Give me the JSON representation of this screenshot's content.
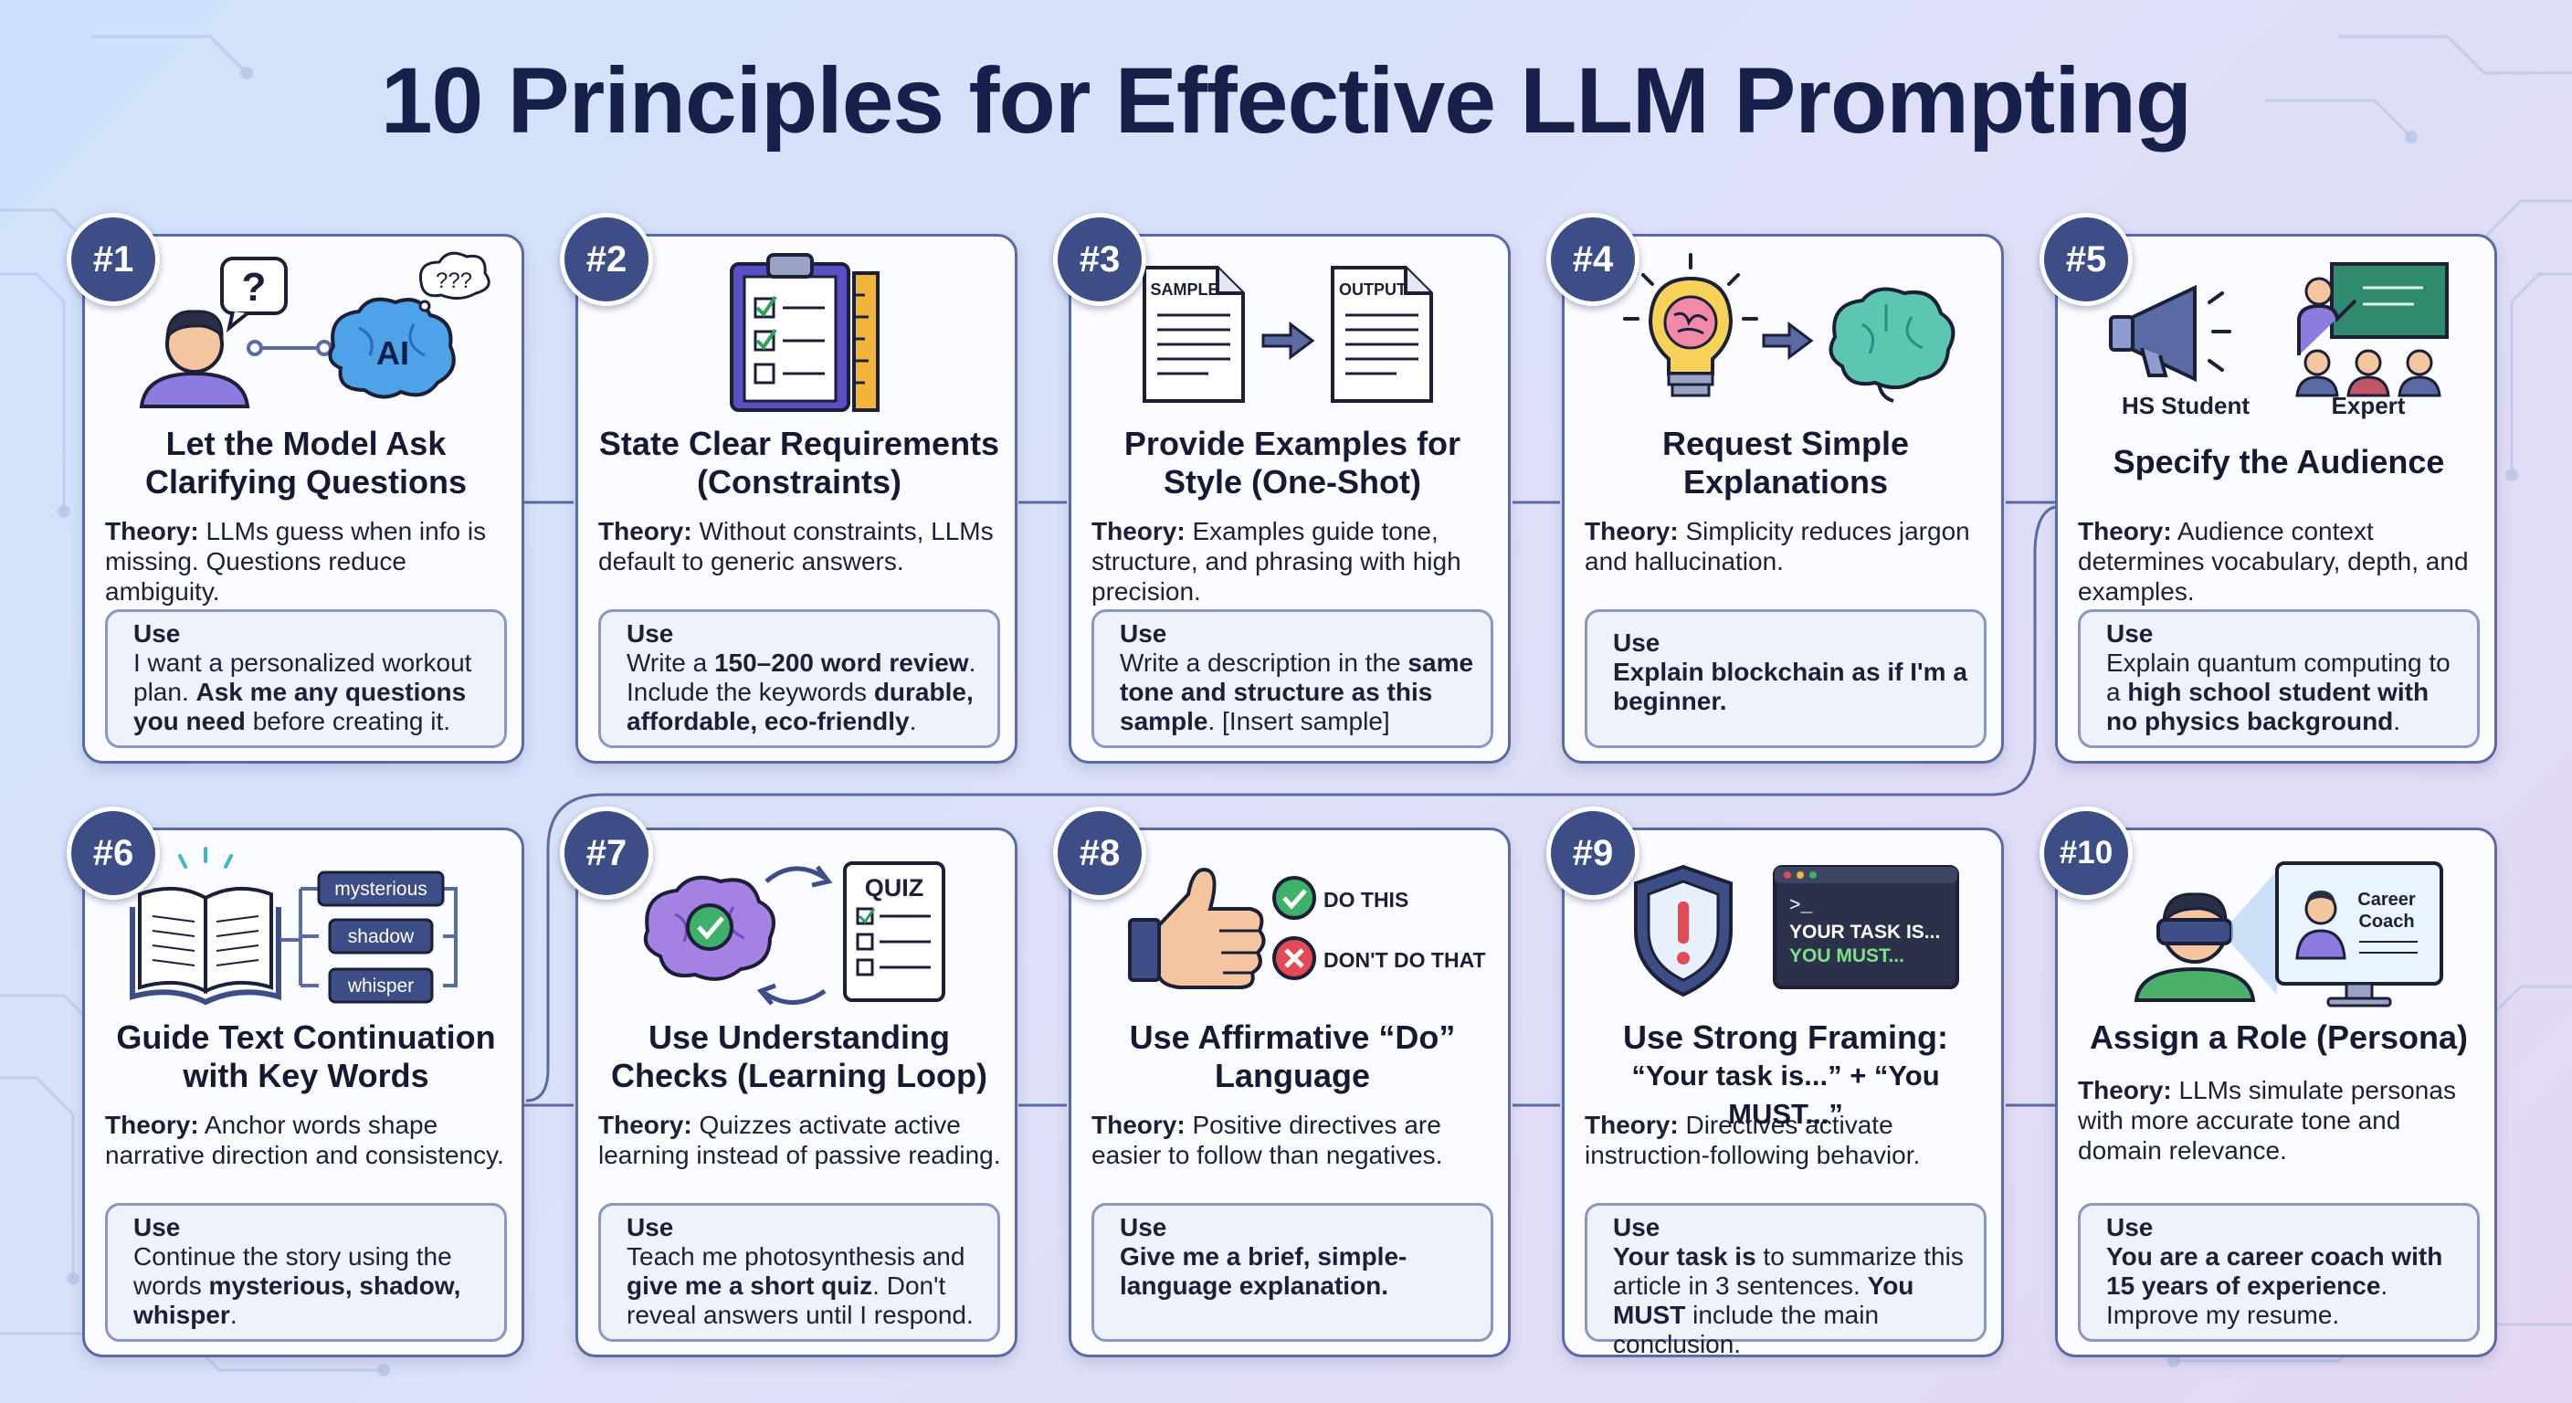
{
  "title": "10 Principles for Effective LLM Prompting",
  "cards": [
    {
      "badge": "#1",
      "title1": "Let the Model Ask",
      "title2": "Clarifying Questions",
      "theory_label": "Theory:",
      "theory": "LLMs guess when info is missing. Questions reduce ambiguity.",
      "use_label": "Use",
      "use_a": "I want a personalized workout plan. ",
      "use_b": "Ask me any questions you need",
      "use_c": " before creating it.",
      "illus": {
        "q": "?",
        "qqq": "???",
        "ai": "AI"
      }
    },
    {
      "badge": "#2",
      "title1": "State Clear Requirements",
      "title2": "(Constraints)",
      "theory_label": "Theory:",
      "theory": "Without constraints, LLMs default to generic answers.",
      "use_label": "Use",
      "use_a": "Write a ",
      "use_b": "150–200 word review",
      "use_c": ". Include the keywords ",
      "use_d": "durable, affordable, eco-friendly",
      "use_e": "."
    },
    {
      "badge": "#3",
      "title1": "Provide Examples for",
      "title2": "Style (One-Shot)",
      "theory_label": "Theory:",
      "theory": "Examples guide tone, structure, and phrasing with high precision.",
      "use_label": "Use",
      "use_a": "Write a description in the ",
      "use_b": "same tone and structure as this sample",
      "use_c": ". [Insert sample]",
      "illus": {
        "sample": "SAMPLE",
        "output": "OUTPUT"
      }
    },
    {
      "badge": "#4",
      "title1": "Request Simple",
      "title2": "Explanations",
      "theory_label": "Theory:",
      "theory": "Simplicity reduces jargon and hallucination.",
      "use_label": "Use",
      "use_b": "Explain blockchain as if I'm a beginner."
    },
    {
      "badge": "#5",
      "title1": "Specify the Audience",
      "theory_label": "Theory:",
      "theory": "Audience context determines vocabulary, depth, and examples.",
      "use_label": "Use",
      "use_a": "Explain quantum computing to a ",
      "use_b": "high school student with no physics background",
      "use_c": ".",
      "illus": {
        "left": "HS Student",
        "right": "Expert"
      }
    },
    {
      "badge": "#6",
      "title1": "Guide Text Continuation",
      "title2": "with Key Words",
      "theory_label": "Theory:",
      "theory": "Anchor words shape narrative direction and consistency.",
      "use_label": "Use",
      "use_a": "Continue the story using the words ",
      "use_b": "mysterious, shadow, whisper",
      "use_c": ".",
      "illus": {
        "w1": "mysterious",
        "w2": "shadow",
        "w3": "whisper"
      }
    },
    {
      "badge": "#7",
      "title1": "Use Understanding",
      "title2": "Checks (Learning Loop)",
      "theory_label": "Theory:",
      "theory": "Quizzes activate active learning instead of passive reading.",
      "use_label": "Use",
      "use_a": "Teach me photosynthesis and ",
      "use_b": "give me a short quiz",
      "use_c": ". Don't reveal answers until I respond.",
      "illus": {
        "quiz": "QUIZ"
      }
    },
    {
      "badge": "#8",
      "title1": "Use Affirmative “Do”",
      "title2": "Language",
      "theory_label": "Theory:",
      "theory": "Positive directives are easier to follow than negatives.",
      "use_label": "Use",
      "use_b": "Give me a brief, simple-language explanation.",
      "illus": {
        "do": "DO THIS",
        "dont": "DON'T DO THAT"
      }
    },
    {
      "badge": "#9",
      "title1": "Use Strong Framing:",
      "title2": "“Your task is...” + “You MUST...”",
      "theory_label": "Theory:",
      "theory": "Directives activate instruction-following behavior.",
      "use_label": "Use",
      "use_b": "Your task is",
      "use_c": " to summarize this article in 3 sentences. ",
      "use_d": "You MUST",
      "use_e": " include the main conclusion.",
      "illus": {
        "prompt": ">_",
        "line1": "YOUR TASK IS...",
        "line2": "YOU MUST..."
      }
    },
    {
      "badge": "#10",
      "title1": "Assign a Role (Persona)",
      "theory_label": "Theory:",
      "theory": "LLMs simulate personas with more accurate tone and domain relevance.",
      "use_label": "Use",
      "use_b": "You are a career coach with 15 years of experience",
      "use_c": ". Improve my resume.",
      "illus": {
        "coach1": "Career",
        "coach2": "Coach"
      }
    }
  ]
}
